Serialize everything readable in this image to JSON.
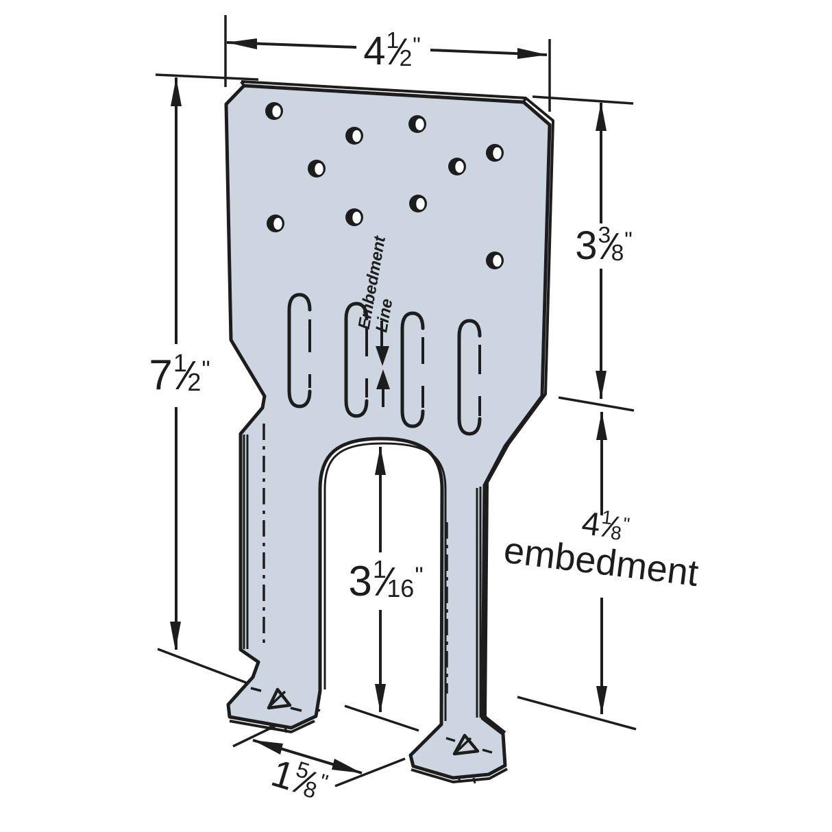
{
  "diagram": {
    "type": "technical-drawing",
    "colors": {
      "background": "#ffffff",
      "line": "#1d1d1d",
      "plate_fill": "#cdd6e0"
    },
    "part": {
      "nail_hole_count": 10,
      "emboss_slot_count": 4,
      "triangle_hole_count": 2
    },
    "dimensions": {
      "fraction_slash": "⁄",
      "top_width": {
        "whole": "4",
        "numerator": "1",
        "denominator": "2",
        "unit": "\""
      },
      "left_height": {
        "whole": "7",
        "numerator": "1",
        "denominator": "2",
        "unit": "\""
      },
      "upper_right_height": {
        "whole": "3",
        "numerator": "3",
        "denominator": "8",
        "unit": "\""
      },
      "slot_to_bottom": {
        "whole": "3",
        "numerator": "1",
        "denominator": "16",
        "unit": "\""
      },
      "foot_length": {
        "whole": "1",
        "numerator": "5",
        "denominator": "8",
        "unit": "\""
      },
      "embedment_depth": {
        "whole": "4",
        "numerator": "1",
        "denominator": "8",
        "unit": "\"",
        "suffix": "embedment"
      }
    },
    "labels": {
      "embedment_line_1": "Embedment",
      "embedment_line_2": "Line"
    }
  }
}
